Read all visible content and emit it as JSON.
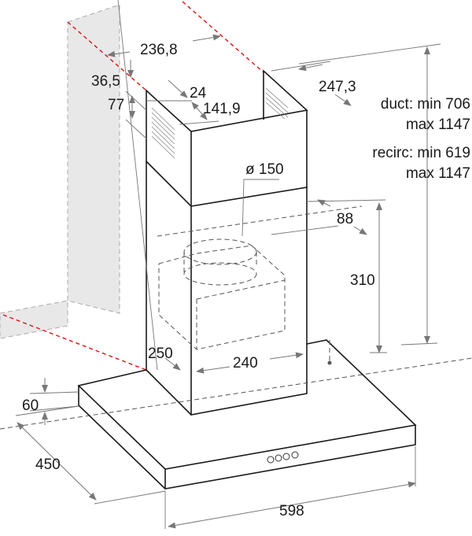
{
  "dimensions": {
    "wall_width": "236,8",
    "top_offset": "36,5",
    "vent_offset": "24",
    "vent_height": "77",
    "vent_width": "141,9",
    "chimney_depth": "247,3",
    "duct_diameter": "ø 150",
    "outlet_offset": "88",
    "outlet_height": "310",
    "chimney_wall_distance": "250",
    "chimney_width": "240",
    "hood_thickness": "60",
    "hood_depth": "450",
    "hood_width": "598"
  },
  "height_ranges": {
    "duct_min": "duct: min 706",
    "duct_max": "max 1147",
    "recirc_min": "recirc: min 619",
    "recirc_max": "max 1147"
  },
  "colors": {
    "wall_plane": "#e8e8e8",
    "wall_line": "#e01010",
    "outline": "#1a1a1a"
  }
}
